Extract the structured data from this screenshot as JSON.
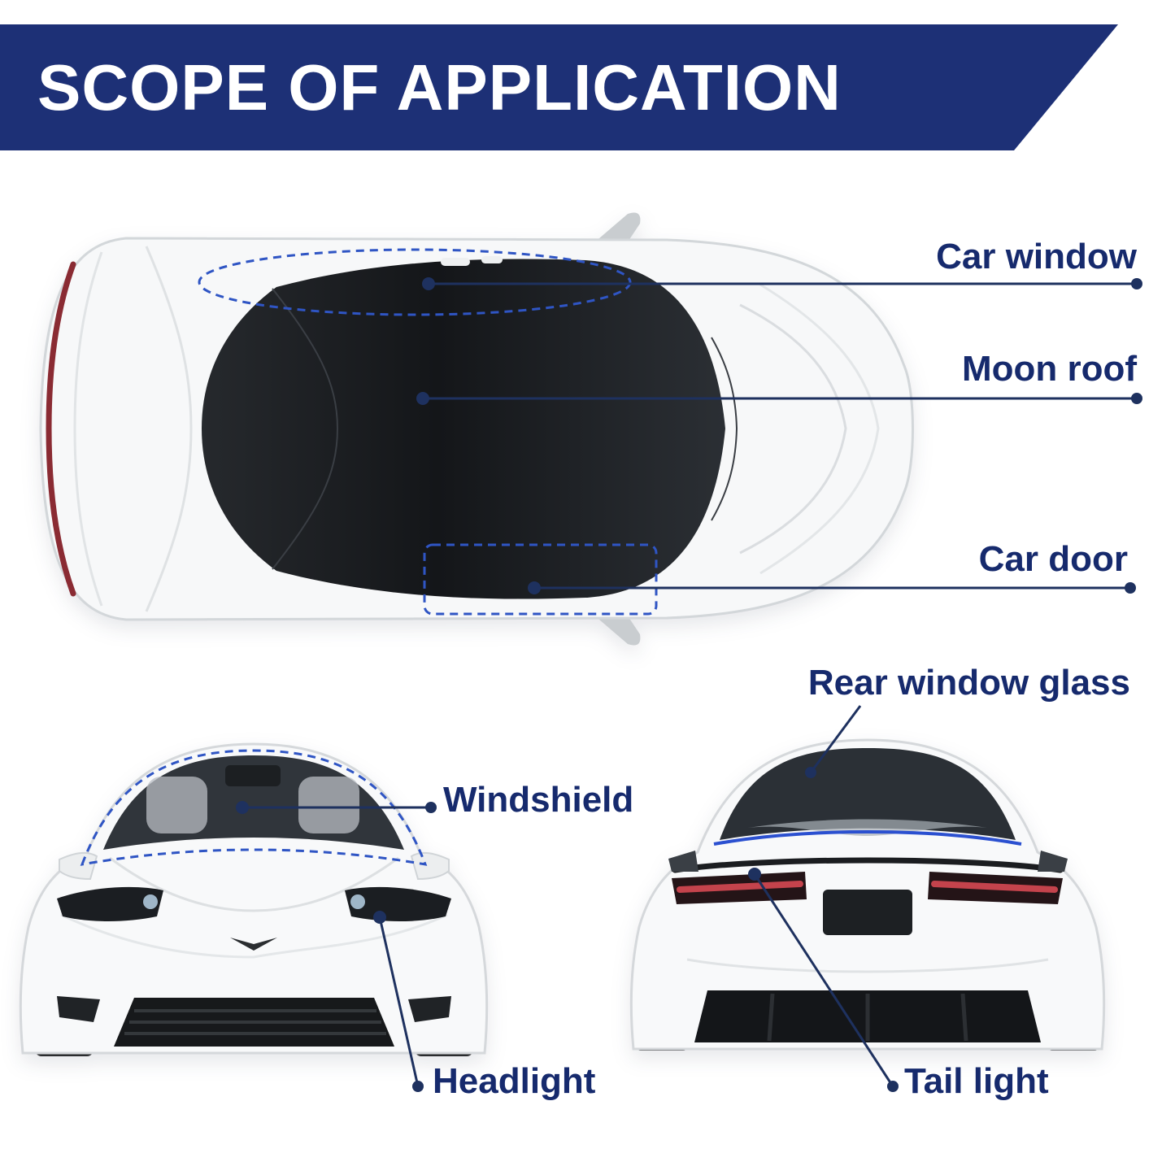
{
  "title": "SCOPE OF APPLICATION",
  "labels": {
    "car_window": "Car window",
    "moon_roof": "Moon roof",
    "car_door": "Car door",
    "rear_window_glass": "Rear window glass",
    "windshield": "Windshield",
    "headlight": "Headlight",
    "tail_light": "Tail light"
  },
  "colors": {
    "banner_navy": "#1d3076",
    "label_navy": "#162a6d",
    "leader_line": "#1e315f",
    "callout_dash_blue": "#2f55c4",
    "tail_light_red": "#c4434c"
  }
}
